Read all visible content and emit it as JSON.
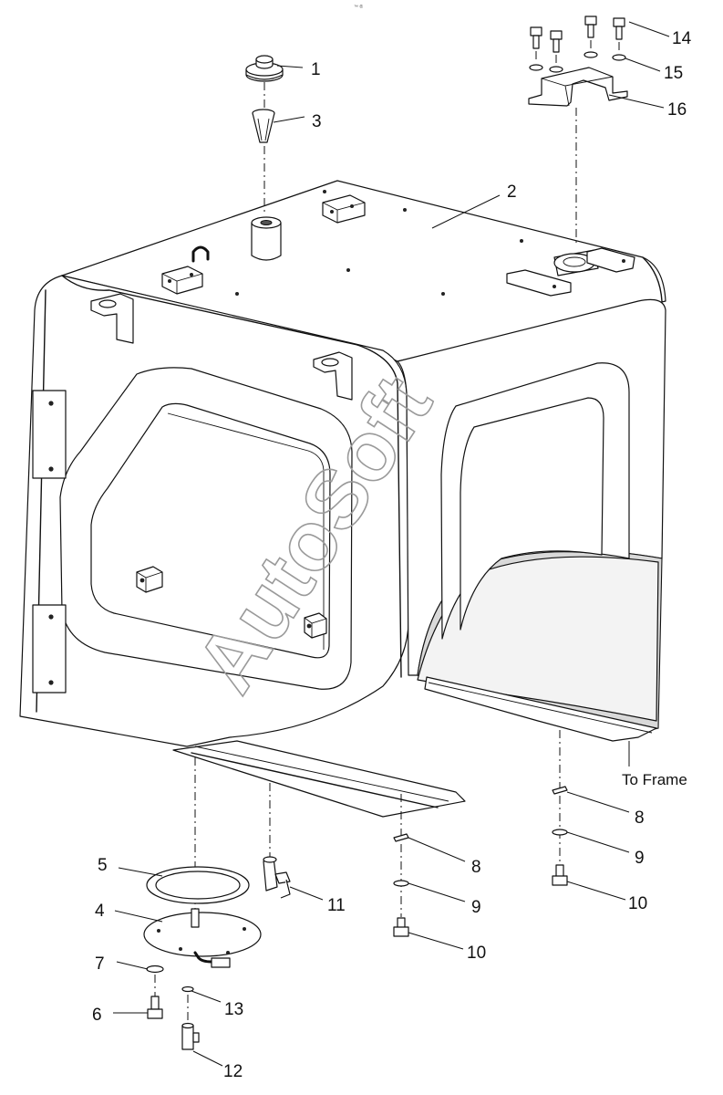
{
  "header": {
    "tiny_mark": "™ ®"
  },
  "watermark": {
    "text": "AutoSoft"
  },
  "notes": {
    "to_frame": "To Frame"
  },
  "callouts": [
    {
      "id": "c1",
      "label": "1"
    },
    {
      "id": "c2",
      "label": "2"
    },
    {
      "id": "c3",
      "label": "3"
    },
    {
      "id": "c4",
      "label": "4"
    },
    {
      "id": "c5",
      "label": "5"
    },
    {
      "id": "c6",
      "label": "6"
    },
    {
      "id": "c7",
      "label": "7"
    },
    {
      "id": "c8a",
      "label": "8"
    },
    {
      "id": "c8b",
      "label": "8"
    },
    {
      "id": "c9a",
      "label": "9"
    },
    {
      "id": "c9b",
      "label": "9"
    },
    {
      "id": "c10a",
      "label": "10"
    },
    {
      "id": "c10b",
      "label": "10"
    },
    {
      "id": "c11",
      "label": "11"
    },
    {
      "id": "c12",
      "label": "12"
    },
    {
      "id": "c13",
      "label": "13"
    },
    {
      "id": "c14",
      "label": "14"
    },
    {
      "id": "c15",
      "label": "15"
    },
    {
      "id": "c16",
      "label": "16"
    }
  ]
}
